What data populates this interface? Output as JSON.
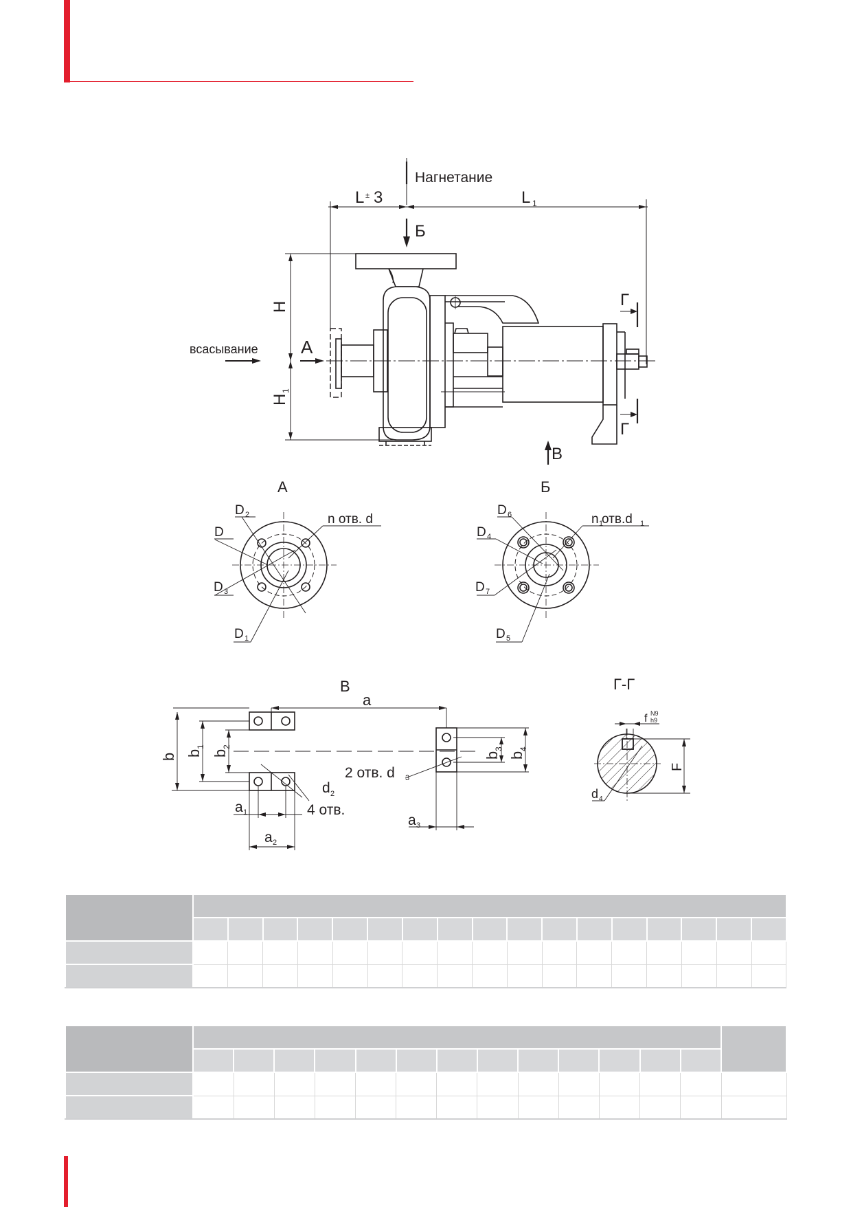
{
  "page": {
    "accent_color": "#e31e2d"
  },
  "drawing": {
    "labels": {
      "discharge": "Нагнетание",
      "suction": "всасывание",
      "dim_L": "L",
      "dim_L_tol": "±",
      "dim_L_val": "3",
      "dim_L1": "L",
      "dim_L1_sub": "1",
      "dim_H": "H",
      "dim_H1": "H",
      "dim_H1_sub": "1",
      "arrow_A": "А",
      "arrow_B_top": "Б",
      "arrow_V": "В",
      "section_G_top": "Г",
      "section_G_bottom": "Г"
    },
    "view_A": {
      "title": "А",
      "D2": "D",
      "D2_sub": "2",
      "D": "D",
      "D3": "D",
      "D3_sub": "3",
      "D1": "D",
      "D1_sub": "1",
      "holes": "n отв. d"
    },
    "view_B": {
      "title": "Б",
      "D6": "D",
      "D6_sub": "6",
      "D4": "D",
      "D4_sub": "4",
      "D7": "D",
      "D7_sub": "7",
      "D5": "D",
      "D5_sub": "5",
      "holes_n": "n",
      "holes_n_sub": "1",
      "holes_text": " отв.d",
      "holes_d_sub": "1"
    },
    "view_V": {
      "title": "В",
      "a": "a",
      "b": "b",
      "b1": "b",
      "b1_sub": "1",
      "b2": "b",
      "b2_sub": "2",
      "b3": "b",
      "b3_sub": "3",
      "b4": "b",
      "b4_sub": "4",
      "a1": "a",
      "a1_sub": "1",
      "a2": "a",
      "a2_sub": "2",
      "a3": "a",
      "a3_sub": "3",
      "d2": "d",
      "d2_sub": "2",
      "holes4": "4 отв.",
      "holes2": "2 отв. d",
      "holes2_sub": "3"
    },
    "view_G": {
      "title": "Г-Г",
      "F": "F",
      "d4": "d",
      "d4_sub": "4",
      "f": "f",
      "tol_N9": "N9",
      "tol_h9": "h9"
    }
  },
  "table1": {
    "sub_columns": 17,
    "rows": 2
  },
  "table2": {
    "sub_columns": 13,
    "rows": 2
  }
}
